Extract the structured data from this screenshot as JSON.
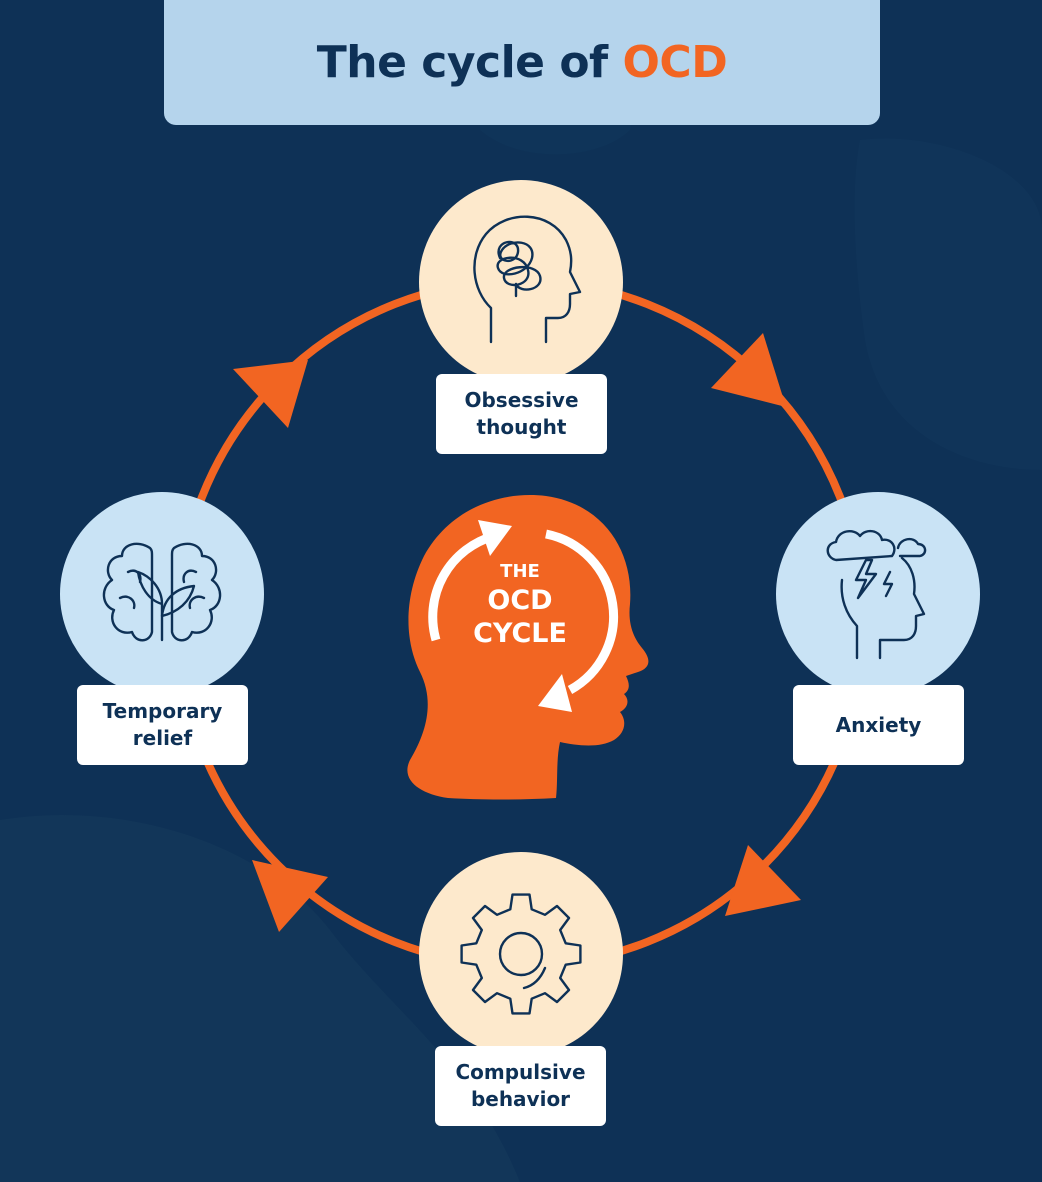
{
  "title": {
    "prefix": "The cycle of",
    "accent": "OCD"
  },
  "center": {
    "line1": "THE",
    "line2": "OCD",
    "line3": "CYCLE"
  },
  "stages": [
    {
      "id": "obsessive-thought",
      "label": "Obsessive\nthought",
      "icon": "tangled-thought-head-icon"
    },
    {
      "id": "anxiety",
      "label": "Anxiety",
      "icon": "stormy-head-icon"
    },
    {
      "id": "compulsive-behavior",
      "label": "Compulsive\nbehavior",
      "icon": "gear-icon"
    },
    {
      "id": "temporary-relief",
      "label": "Temporary\nrelief",
      "icon": "brain-leaf-icon"
    }
  ],
  "colors": {
    "background": "#0e3156",
    "accent": "#f26522",
    "banner": "#b5d4ec",
    "circle_warm": "#fde9cc",
    "circle_cool": "#c9e3f5",
    "ink": "#0e3156"
  }
}
